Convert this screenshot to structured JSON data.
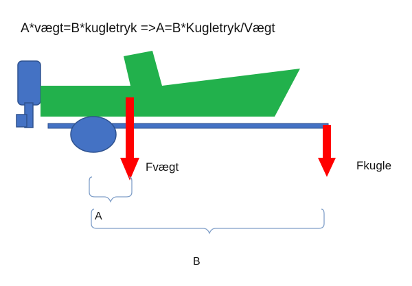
{
  "formula": "A*vægt=B*kugletryk =>A=B*Kugletryk/Vægt",
  "labels": {
    "force_weight": "Fvægt",
    "force_ball": "Fkugle",
    "distance_a": "A",
    "distance_b": "B"
  },
  "colors": {
    "hull": "#22b14c",
    "motor": "#4472c4",
    "trailer": "#4472c4",
    "wheel": "#4472c4",
    "arrow": "#ff0000",
    "brace": "#7f9ec8"
  },
  "icons": {
    "motor": "outboard-motor-icon",
    "wheel": "wheel-icon",
    "arrow": "down-arrow-icon"
  }
}
